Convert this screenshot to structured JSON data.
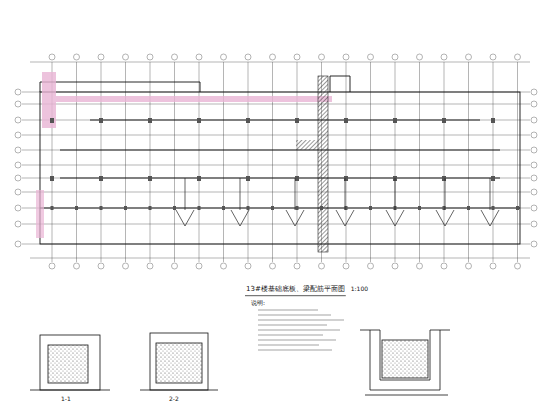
{
  "diagram": {
    "title": "13#楼基础底板、梁配筋平面图",
    "labels": [
      "1:100",
      "说明:",
      "1-1",
      "2-2"
    ]
  }
}
